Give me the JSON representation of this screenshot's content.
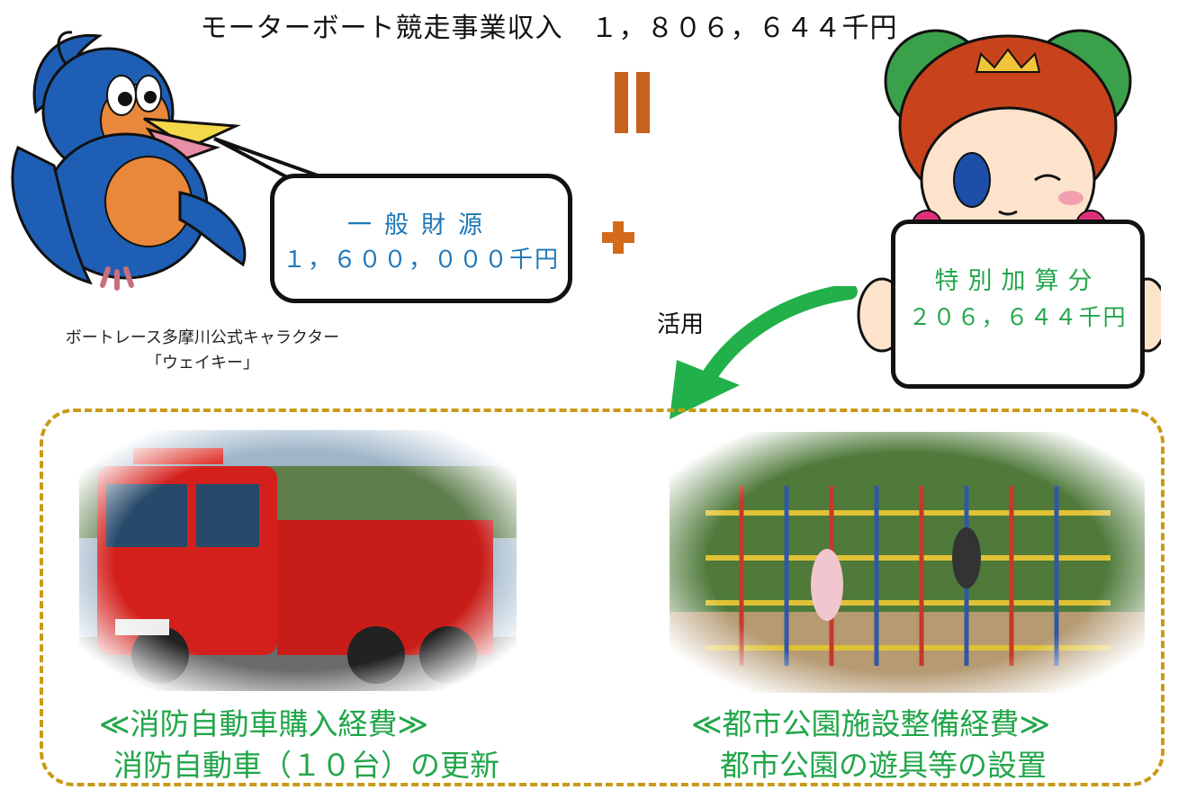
{
  "title": "モーターボート競走事業収入　１，８０６，６４４千円",
  "general_fund": {
    "label": "一般財源",
    "amount": "１，６００，０００千円"
  },
  "special_addition": {
    "label": "特別加算分",
    "amount": "２０６，６４４千円"
  },
  "arrow_label": "活用",
  "character_caption": {
    "line1": "ボートレース多摩川公式キャラクター",
    "line2": "「ウェイキー」"
  },
  "items": [
    {
      "heading": "≪消防自動車購入経費≫",
      "detail": "消防自動車（１０台）の更新"
    },
    {
      "heading": "≪都市公園施設整備経費≫",
      "detail": "都市公園の遊具等の設置"
    }
  ],
  "colors": {
    "accent_orange": "#c5621c",
    "bubble_text": "#1d76b8",
    "green_text": "#22a64a",
    "dashed_border": "#c99a17"
  }
}
